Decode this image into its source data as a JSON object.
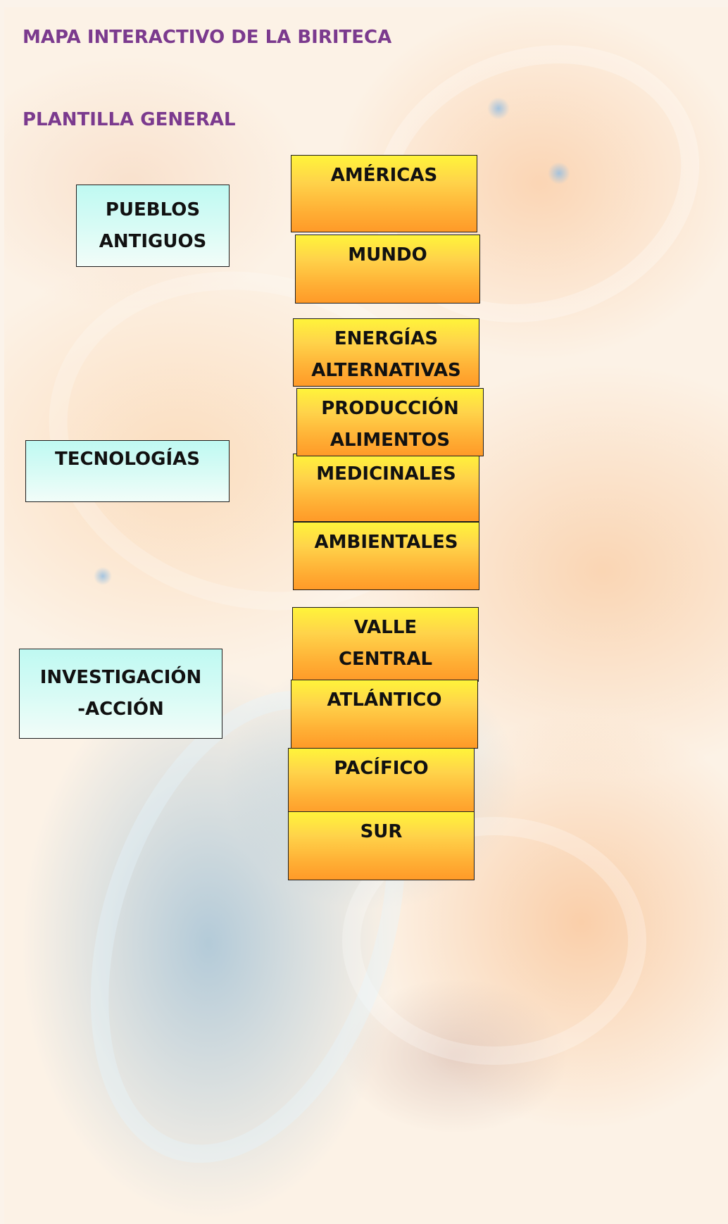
{
  "page": {
    "title": "MAPA INTERACTIVO DE LA BIRITECA",
    "subtitle": "PLANTILLA GENERAL"
  },
  "colors": {
    "heading": "#7b3a8e",
    "category_box": "#c9faf4",
    "topic_box_top": "#fff43a",
    "topic_box_bottom": "#ff9a28"
  },
  "categories": [
    {
      "lines": [
        "PUEBLOS",
        "ANTIGUOS"
      ]
    },
    {
      "lines": [
        "TECNOLOGÍAS"
      ]
    },
    {
      "lines": [
        "INVESTIGACIÓN",
        "-ACCIÓN"
      ]
    }
  ],
  "topics": {
    "pueblos": [
      {
        "lines": [
          "AMÉRICAS"
        ]
      },
      {
        "lines": [
          "MUNDO"
        ]
      }
    ],
    "tecnologias": [
      {
        "lines": [
          "ENERGÍAS",
          "ALTERNATIVAS"
        ]
      },
      {
        "lines": [
          "PRODUCCIÓN",
          "ALIMENTOS"
        ]
      },
      {
        "lines": [
          "MEDICINALES"
        ]
      },
      {
        "lines": [
          "AMBIENTALES"
        ]
      }
    ],
    "investigacion": [
      {
        "lines": [
          "VALLE",
          "CENTRAL"
        ]
      },
      {
        "lines": [
          "ATLÁNTICO"
        ]
      },
      {
        "lines": [
          "PACÍFICO"
        ]
      },
      {
        "lines": [
          "SUR"
        ]
      }
    ]
  }
}
